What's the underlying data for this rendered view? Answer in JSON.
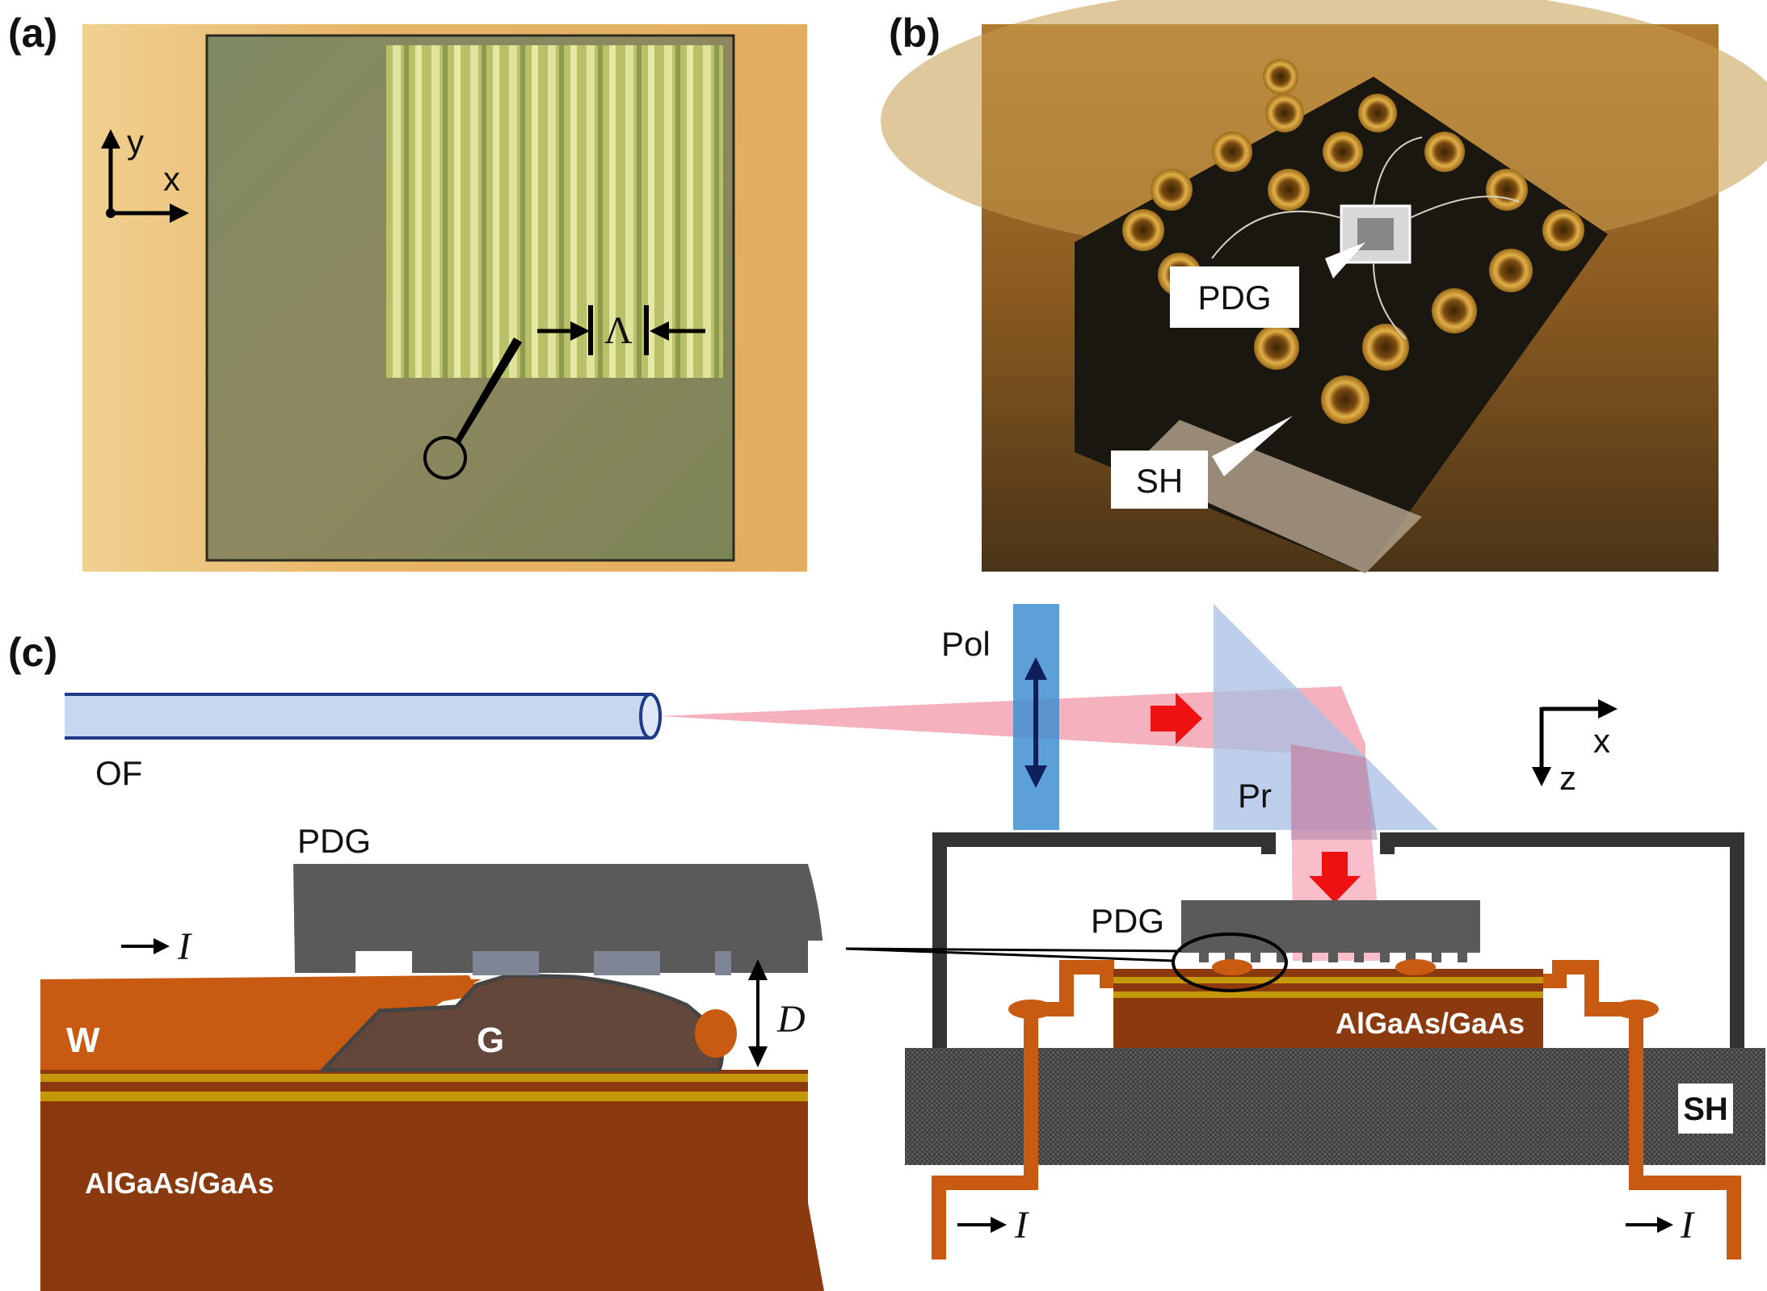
{
  "panels": {
    "a": {
      "letter": "(a)",
      "axis_y": "y",
      "axis_x": "x",
      "period_label": "Λ"
    },
    "b": {
      "letter": "(b)",
      "label_pdg": "PDG",
      "label_sh": "SH"
    },
    "c": {
      "letter": "(c)",
      "label_of": "OF",
      "label_pol": "Pol",
      "label_pr": "Pr",
      "label_pdg_left": "PDG",
      "label_pdg_right": "PDG",
      "label_current_left": "I",
      "label_current_bottom_left": "I",
      "label_current_bottom_right": "I",
      "label_w": "W",
      "label_g": "G",
      "label_d": "D",
      "label_alg_left": "AlGaAs/GaAs",
      "label_alg_right": "AlGaAs/GaAs",
      "label_sh": "SH",
      "axis_x": "x",
      "axis_z": "z"
    }
  },
  "colors": {
    "gold_substrate": "#e8b56a",
    "wafer_green": "#8a8a5e",
    "grating_yellow": "#c9cf73",
    "pdg_gray": "#5a5a5a",
    "gap_gray": "#7f8595",
    "wire_orange": "#c85a12",
    "algaas_brown": "#8a3a0e",
    "glue_brown": "#63473a",
    "layer_gold": "#c4980a",
    "fiber_blue": "#c7d7ef",
    "fiber_edge": "#1f3a86",
    "pol_blue": "#3f8fd0",
    "beam_pink": "#f5a3b3",
    "prism_blue": "#a7bfe3",
    "arrow_red": "#ee1111",
    "housing_black": "#333333",
    "sh_gray": "#4a4a4a"
  }
}
